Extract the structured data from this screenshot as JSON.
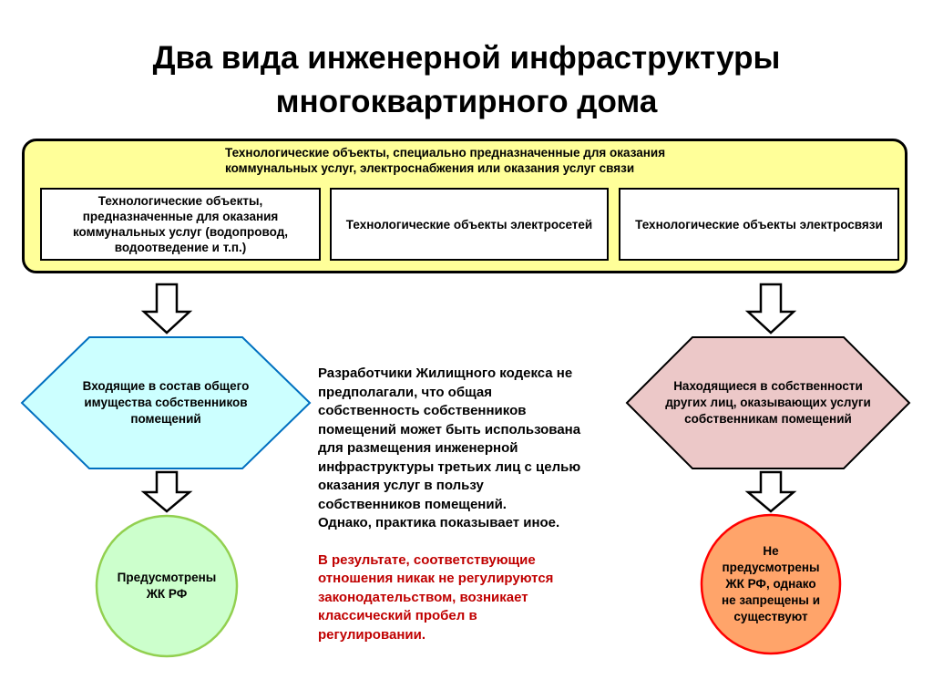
{
  "title": {
    "lines": [
      "Два вида инженерной инфраструктуры",
      "многоквартирного дома"
    ]
  },
  "top_panel": {
    "heading_lines": [
      "Технологические объекты, специально предназначенные для оказания",
      "коммунальных услуг, электроснабжения или оказания услуг связи"
    ],
    "boxes": [
      "Технологические объекты, предназначенные для оказания коммунальных услуг (водопровод, водоотведение и т.п.)",
      "Технологические объекты электросетей",
      "Технологические объекты электросвязи"
    ]
  },
  "left_branch": {
    "hexagon_lines": [
      "Входящие в состав общего",
      "имущества собственников",
      "помещений"
    ],
    "circle_lines": [
      "Предусмотрены",
      "ЖК РФ"
    ]
  },
  "right_branch": {
    "hexagon_lines": [
      "Находящиеся в собственности",
      "других лиц, оказывающих услуги",
      "собственникам помещений"
    ],
    "circle_lines": [
      "Не",
      "предусмотрены",
      "ЖК РФ, однако",
      "не запрещены и",
      "существуют"
    ]
  },
  "commentary": {
    "black_lines": [
      "Разработчики Жилищного кодекса не",
      "предполагали, что общая",
      "собственность собственников",
      "помещений  может быть использована",
      "для размещения инженерной",
      "инфраструктуры третьих лиц с целью",
      "оказания услуг в пользу",
      "собственников помещений.",
      "Однако, практика показывает иное."
    ],
    "red_lines": [
      "В результате, соответствующие",
      "отношения никак не регулируются",
      "законодательством, возникает",
      "классический пробел в",
      "регулировании."
    ]
  },
  "colors": {
    "panel_fill": "#ffff99",
    "hexagon_left_fill": "#ccffff",
    "hexagon_left_stroke": "#0070c0",
    "hexagon_right_fill": "#ecc8c8",
    "circle_left_fill": "#ccffcc",
    "circle_left_stroke": "#92d050",
    "circle_right_fill": "#ffa46a",
    "circle_right_stroke": "#ff0000",
    "red_text": "#c00000"
  }
}
